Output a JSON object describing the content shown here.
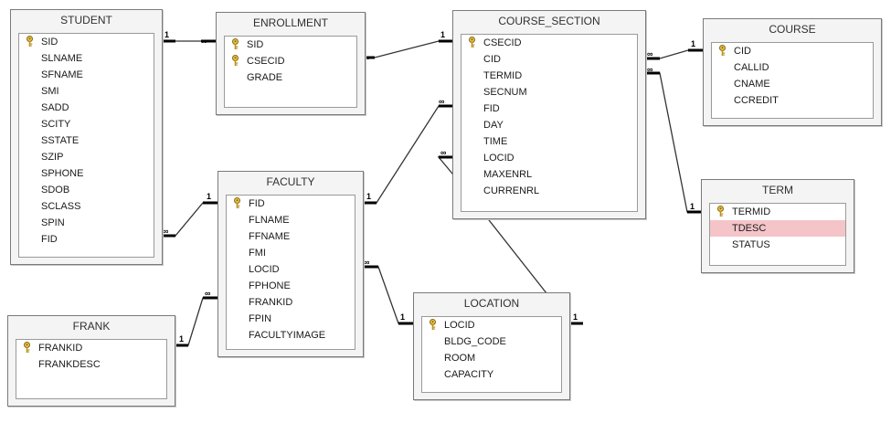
{
  "tables": [
    {
      "id": "student",
      "title": "STUDENT",
      "fields": [
        {
          "name": "SID",
          "key": true
        },
        {
          "name": "SLNAME"
        },
        {
          "name": "SFNAME"
        },
        {
          "name": "SMI"
        },
        {
          "name": "SADD"
        },
        {
          "name": "SCITY"
        },
        {
          "name": "SSTATE"
        },
        {
          "name": "SZIP"
        },
        {
          "name": "SPHONE"
        },
        {
          "name": "SDOB"
        },
        {
          "name": "SCLASS"
        },
        {
          "name": "SPIN"
        },
        {
          "name": "FID"
        }
      ]
    },
    {
      "id": "enrollment",
      "title": "ENROLLMENT",
      "fields": [
        {
          "name": "SID",
          "key": true
        },
        {
          "name": "CSECID",
          "key": true
        },
        {
          "name": "GRADE"
        }
      ]
    },
    {
      "id": "course_section",
      "title": "COURSE_SECTION",
      "fields": [
        {
          "name": "CSECID",
          "key": true
        },
        {
          "name": "CID"
        },
        {
          "name": "TERMID"
        },
        {
          "name": "SECNUM"
        },
        {
          "name": "FID"
        },
        {
          "name": "DAY"
        },
        {
          "name": "TIME"
        },
        {
          "name": "LOCID"
        },
        {
          "name": "MAXENRL"
        },
        {
          "name": "CURRENRL"
        }
      ]
    },
    {
      "id": "course",
      "title": "COURSE",
      "fields": [
        {
          "name": "CID",
          "key": true
        },
        {
          "name": "CALLID"
        },
        {
          "name": "CNAME"
        },
        {
          "name": "CCREDIT"
        }
      ]
    },
    {
      "id": "term",
      "title": "TERM",
      "fields": [
        {
          "name": "TERMID",
          "key": true
        },
        {
          "name": "TDESC",
          "selected": true
        },
        {
          "name": "STATUS"
        }
      ]
    },
    {
      "id": "faculty",
      "title": "FACULTY",
      "fields": [
        {
          "name": "FID",
          "key": true
        },
        {
          "name": "FLNAME"
        },
        {
          "name": "FFNAME"
        },
        {
          "name": "FMI"
        },
        {
          "name": "LOCID"
        },
        {
          "name": "FPHONE"
        },
        {
          "name": "FRANKID"
        },
        {
          "name": "FPIN"
        },
        {
          "name": "FACULTYIMAGE"
        }
      ]
    },
    {
      "id": "frank",
      "title": "FRANK",
      "fields": [
        {
          "name": "FRANKID",
          "key": true
        },
        {
          "name": "FRANKDESC"
        }
      ]
    },
    {
      "id": "location",
      "title": "LOCATION",
      "fields": [
        {
          "name": "LOCID",
          "key": true
        },
        {
          "name": "BLDG_CODE"
        },
        {
          "name": "ROOM"
        },
        {
          "name": "CAPACITY"
        }
      ]
    }
  ],
  "relationships": [
    {
      "one": "STUDENT.SID",
      "many": "ENROLLMENT.SID",
      "one_label": "1",
      "many_label": "∞"
    },
    {
      "one": "COURSE_SECTION.CSECID",
      "many": "ENROLLMENT.CSECID",
      "one_label": "1",
      "many_label": "∞"
    },
    {
      "one": "COURSE.CID",
      "many": "COURSE_SECTION.CID",
      "one_label": "1",
      "many_label": "∞"
    },
    {
      "one": "TERM.TERMID",
      "many": "COURSE_SECTION.TERMID",
      "one_label": "1",
      "many_label": "∞"
    },
    {
      "one": "FACULTY.FID",
      "many": "COURSE_SECTION.FID",
      "one_label": "1",
      "many_label": "∞"
    },
    {
      "one": "FACULTY.FID",
      "many": "STUDENT.FID",
      "one_label": "1",
      "many_label": "∞"
    },
    {
      "one": "FRANK.FRANKID",
      "many": "FACULTY.FRANKID",
      "one_label": "1",
      "many_label": "∞"
    },
    {
      "one": "LOCATION.LOCID",
      "many": "FACULTY.LOCID",
      "one_label": "1",
      "many_label": "∞"
    },
    {
      "one": "LOCATION.LOCID",
      "many": "COURSE_SECTION.LOCID",
      "one_label": "1",
      "many_label": "∞"
    }
  ],
  "colors": {
    "selected_row": "#f4c4c8",
    "key_icon": "#c9a227",
    "line": "#333333"
  }
}
